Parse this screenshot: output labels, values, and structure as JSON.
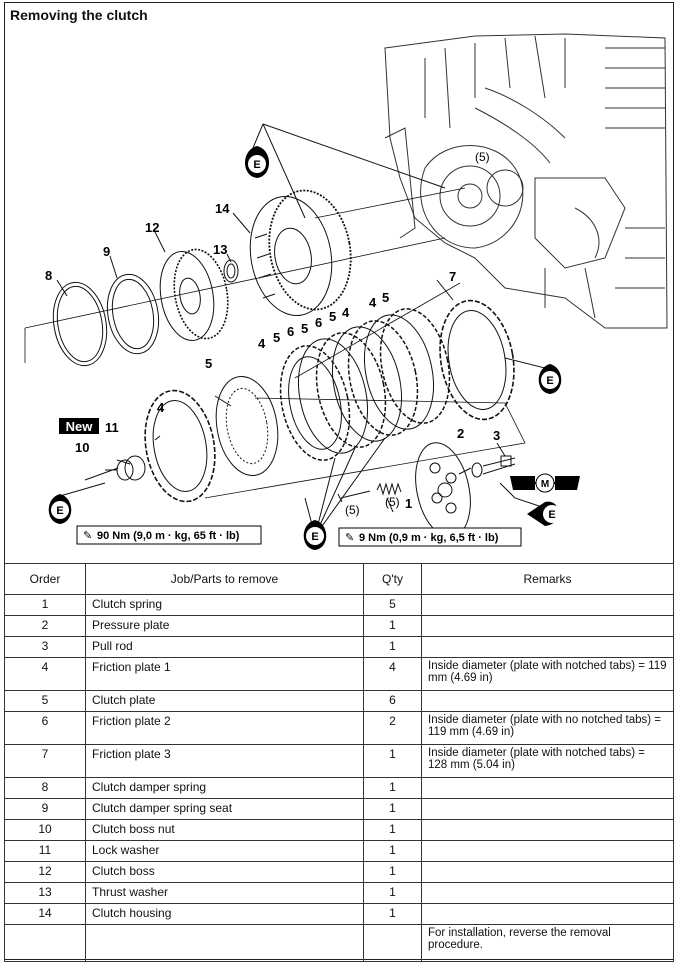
{
  "title": "Removing the clutch",
  "diagram": {
    "callouts": {
      "c1": "1",
      "c2": "2",
      "c3": "3",
      "c4a": "4",
      "c4b": "4",
      "c4c": "4",
      "c4d": "4",
      "c5a": "5",
      "c5b": "5",
      "c5c": "5",
      "c5d": "5",
      "c5e": "5",
      "c6a": "6",
      "c6b": "6",
      "c7": "7",
      "c8": "8",
      "c9": "9",
      "c10": "10",
      "c11": "11",
      "c12": "12",
      "c13": "13",
      "c14": "14",
      "c5p1": "(5)",
      "c5p2": "(5)",
      "c5p3": "(5)"
    },
    "new_badge": "New",
    "e_mark": "E",
    "m_mark": "M",
    "torque_left": "90 Nm (9,0 m · kg, 65 ft · lb)",
    "torque_right": "9 Nm (0,9 m · kg, 6,5 ft · lb)"
  },
  "table": {
    "headers": {
      "order": "Order",
      "job": "Job/Parts to remove",
      "qty": "Q'ty",
      "remarks": "Remarks"
    },
    "rows": [
      {
        "order": "1",
        "job": "Clutch spring",
        "qty": "5",
        "remarks": ""
      },
      {
        "order": "2",
        "job": "Pressure plate",
        "qty": "1",
        "remarks": ""
      },
      {
        "order": "3",
        "job": "Pull rod",
        "qty": "1",
        "remarks": ""
      },
      {
        "order": "4",
        "job": "Friction plate 1",
        "qty": "4",
        "remarks": "Inside diameter (plate with notched tabs) = 119 mm (4.69 in)"
      },
      {
        "order": "5",
        "job": "Clutch plate",
        "qty": "6",
        "remarks": ""
      },
      {
        "order": "6",
        "job": "Friction plate 2",
        "qty": "2",
        "remarks": "Inside diameter (plate with no notched tabs) = 119 mm (4.69 in)"
      },
      {
        "order": "7",
        "job": "Friction plate 3",
        "qty": "1",
        "remarks": "Inside diameter (plate with notched tabs) = 128 mm (5.04 in)"
      },
      {
        "order": "8",
        "job": "Clutch damper spring",
        "qty": "1",
        "remarks": ""
      },
      {
        "order": "9",
        "job": "Clutch damper spring seat",
        "qty": "1",
        "remarks": ""
      },
      {
        "order": "10",
        "job": "Clutch boss nut",
        "qty": "1",
        "remarks": ""
      },
      {
        "order": "11",
        "job": "Lock washer",
        "qty": "1",
        "remarks": ""
      },
      {
        "order": "12",
        "job": "Clutch boss",
        "qty": "1",
        "remarks": ""
      },
      {
        "order": "13",
        "job": "Thrust washer",
        "qty": "1",
        "remarks": ""
      },
      {
        "order": "14",
        "job": "Clutch housing",
        "qty": "1",
        "remarks": ""
      },
      {
        "order": "",
        "job": "",
        "qty": "",
        "remarks": "For installation, reverse the removal procedure."
      }
    ]
  }
}
